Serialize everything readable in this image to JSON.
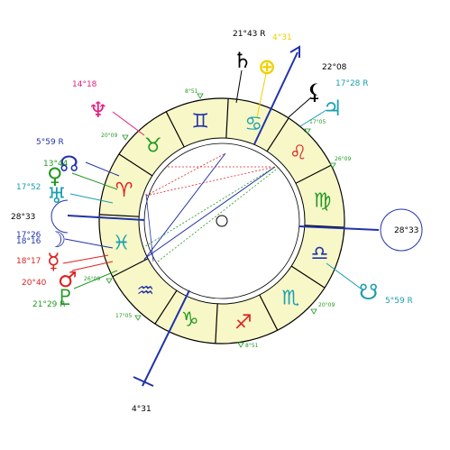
{
  "chart_data": {
    "type": "natal-wheel",
    "signs": [
      {
        "name": "Aries",
        "glyph": "♈",
        "color": "#dd2222"
      },
      {
        "name": "Taurus",
        "glyph": "♉",
        "color": "#229922"
      },
      {
        "name": "Gemini",
        "glyph": "♊",
        "color": "#2233aa"
      },
      {
        "name": "Cancer",
        "glyph": "♋",
        "color": "#1a9fb0"
      },
      {
        "name": "Leo",
        "glyph": "♌",
        "color": "#dd2222"
      },
      {
        "name": "Virgo",
        "glyph": "♍",
        "color": "#229922"
      },
      {
        "name": "Libra",
        "glyph": "♎",
        "color": "#2233aa"
      },
      {
        "name": "Scorpio",
        "glyph": "♏",
        "color": "#1a9fb0"
      },
      {
        "name": "Sagittarius",
        "glyph": "♐",
        "color": "#dd2222"
      },
      {
        "name": "Capricorn",
        "glyph": "♑",
        "color": "#229922"
      },
      {
        "name": "Aquarius",
        "glyph": "♒",
        "color": "#2233aa"
      },
      {
        "name": "Pisces",
        "glyph": "♓",
        "color": "#1a9fb0"
      }
    ],
    "axes": {
      "asc_label": "28°33",
      "dsc_label": "28°33",
      "mc_label": "4°31",
      "ic_label": "4°31"
    },
    "planets": [
      {
        "name": "Saturn",
        "glyph": "♄",
        "degree": "21°43 R",
        "color": "#000000"
      },
      {
        "name": "Part of Fortune",
        "glyph": "⊕",
        "degree": "",
        "color": "#f0d000"
      },
      {
        "name": "Lilith",
        "glyph": "⚸",
        "degree": "22°08",
        "color": "#000000"
      },
      {
        "name": "Jupiter",
        "glyph": "♃",
        "degree": "17°28 R",
        "color": "#1a9fb0"
      },
      {
        "name": "Neptune",
        "glyph": "♆",
        "degree": "14°18",
        "color": "#e0207f"
      },
      {
        "name": "North Node",
        "glyph": "☊",
        "degree": "5°59 R",
        "color": "#2233aa"
      },
      {
        "name": "Venus",
        "glyph": "♀",
        "degree": "13°44",
        "color": "#229922"
      },
      {
        "name": "Uranus",
        "glyph": "♅",
        "degree": "17°52",
        "color": "#1a9fb0"
      },
      {
        "name": "Moon",
        "glyph": "☽",
        "degree": "17°26",
        "color": "#2233aa"
      },
      {
        "name": "Sun",
        "glyph": "☉",
        "degree": "18°16",
        "color": "#2233aa"
      },
      {
        "name": "Mercury",
        "glyph": "☿",
        "degree": "18°17",
        "color": "#dd2222"
      },
      {
        "name": "Mars",
        "glyph": "♂",
        "degree": "20°40",
        "color": "#dd2222"
      },
      {
        "name": "Pluto",
        "glyph": "♇",
        "degree": "21°29 R",
        "color": "#229922"
      },
      {
        "name": "South Node",
        "glyph": "☋",
        "degree": "5°59 R",
        "color": "#1a9fb0"
      }
    ],
    "cusps": [
      {
        "label": "8°51"
      },
      {
        "label": "20°09"
      },
      {
        "label": "17°05"
      },
      {
        "label": "26°09"
      },
      {
        "label": "26°09"
      },
      {
        "label": "17°05"
      },
      {
        "label": "20°09"
      },
      {
        "label": "8°51"
      }
    ]
  }
}
